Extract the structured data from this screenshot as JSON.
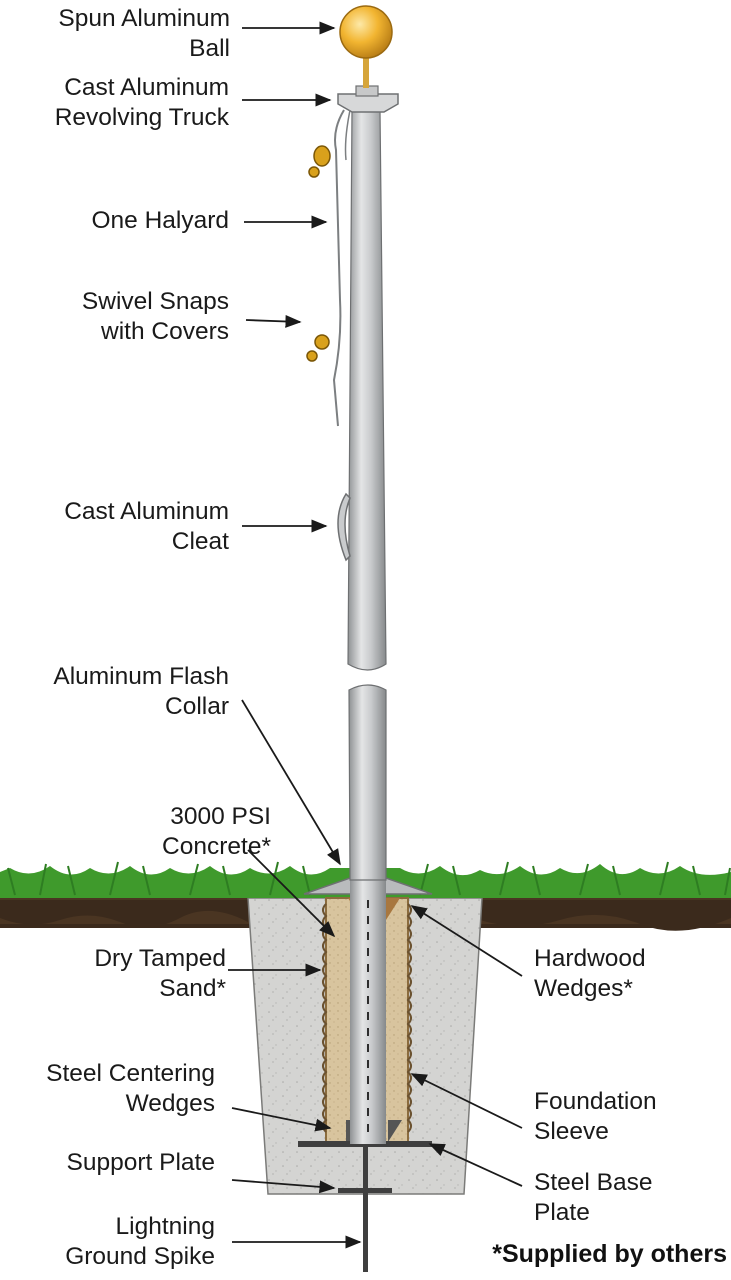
{
  "labels": {
    "ball": [
      "Spun Aluminum",
      "Ball"
    ],
    "truck": [
      "Cast Aluminum",
      "Revolving Truck"
    ],
    "halyard": [
      "One Halyard"
    ],
    "snaps": [
      "Swivel Snaps",
      "with Covers"
    ],
    "cleat": [
      "Cast Aluminum",
      "Cleat"
    ],
    "collar": [
      "Aluminum Flash",
      "Collar"
    ],
    "concrete": [
      "3000 PSI",
      "Concrete*"
    ],
    "sand": [
      "Dry Tamped",
      "Sand*"
    ],
    "centering": [
      "Steel Centering",
      "Wedges"
    ],
    "support_plate": [
      "Support Plate"
    ],
    "spike": [
      "Lightning",
      "Ground Spike"
    ],
    "hardwood": [
      "Hardwood",
      "Wedges*"
    ],
    "sleeve": [
      "Foundation",
      "Sleeve"
    ],
    "base_plate": [
      "Steel Base",
      "Plate"
    ]
  },
  "footnote": "*Supplied by others",
  "colors": {
    "pole": "#c9cbcd",
    "ball": "#f2b531",
    "grass": "#3f9a2c",
    "soil": "#3b2a1c",
    "concrete": "#d4d4d2",
    "sand": "#d8c49e"
  }
}
